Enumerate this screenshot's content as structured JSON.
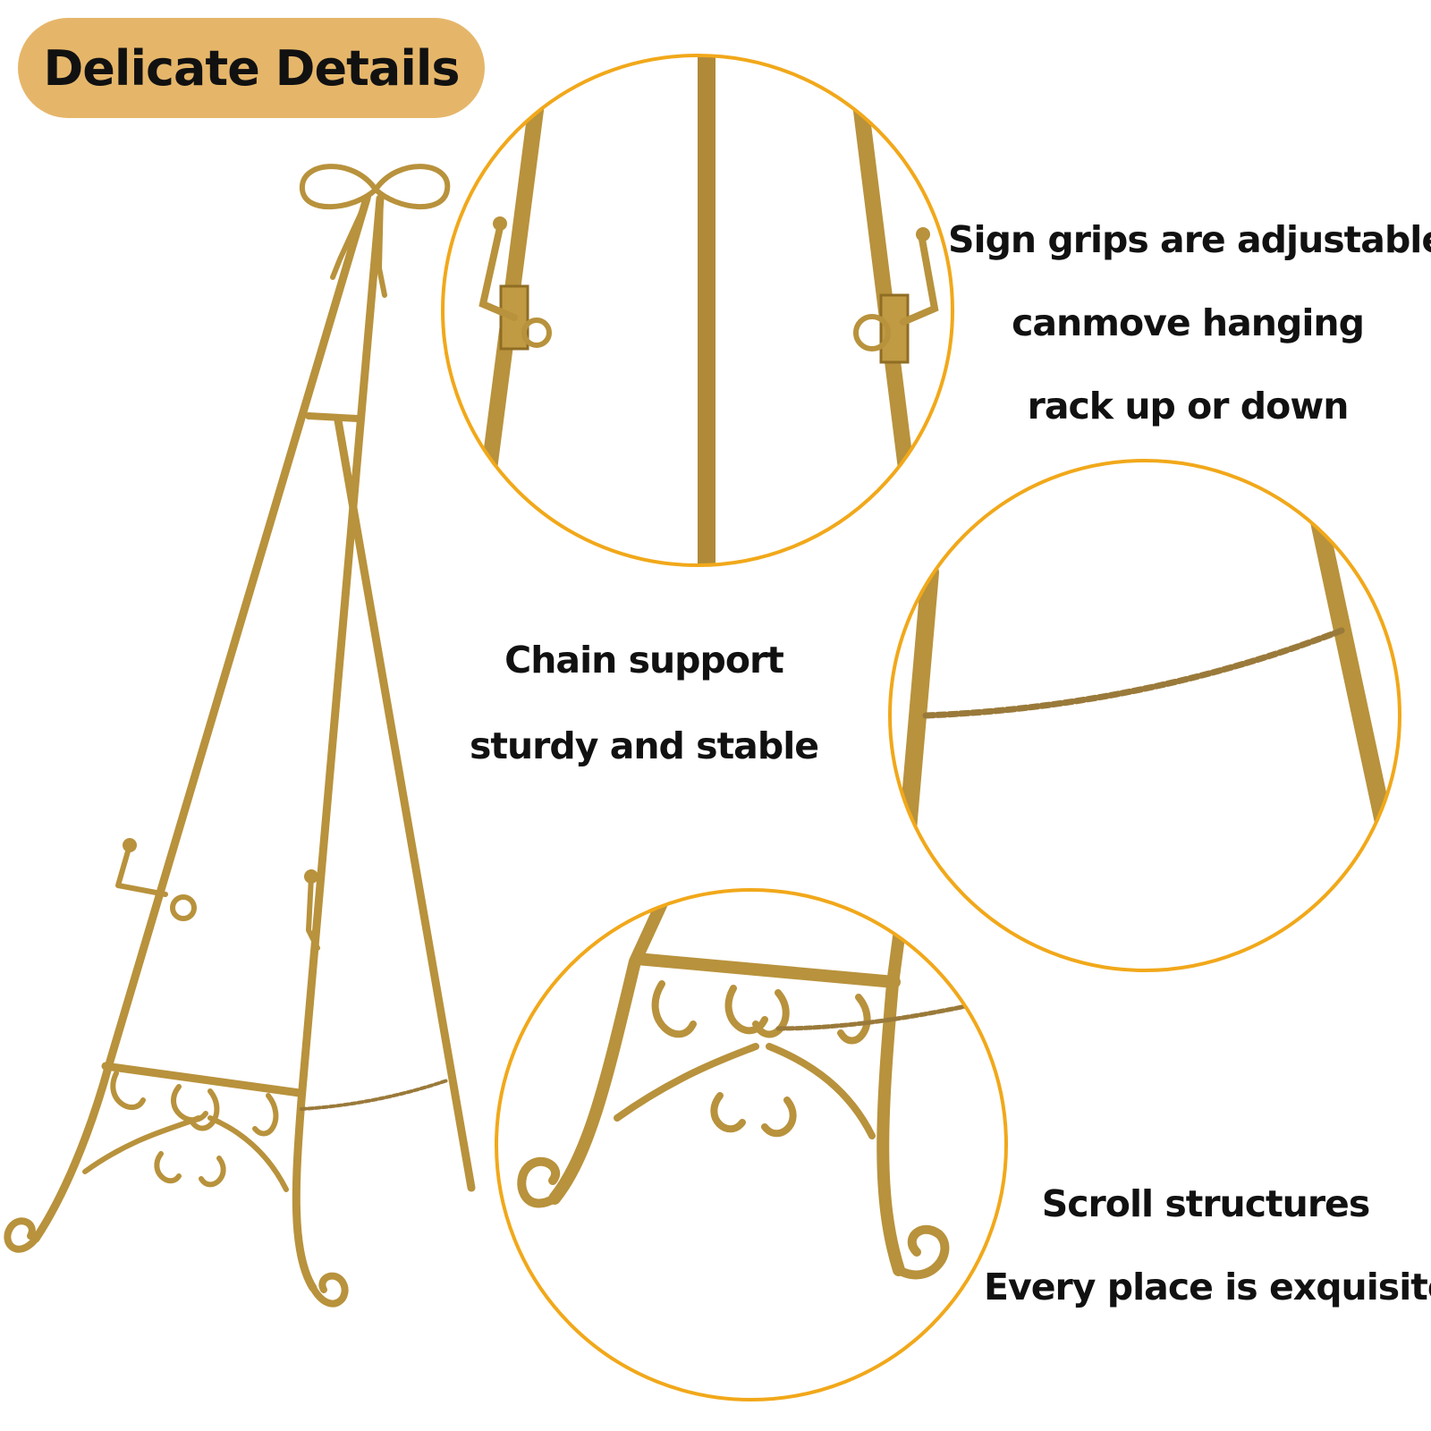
{
  "badge": {
    "label": "Delicate Details",
    "color": "#e5b66a"
  },
  "callouts": {
    "grips": {
      "lines": [
        "Sign grips are adjustable",
        "canmove hanging",
        "rack up or down"
      ]
    },
    "chain": {
      "lines": [
        "Chain support",
        "sturdy and stable"
      ]
    },
    "scroll": {
      "lines": [
        "Scroll structures",
        "Every place is exquisite"
      ]
    }
  },
  "colors": {
    "gold": "#b8923c",
    "gold_dark": "#8f6d24",
    "gold_light": "#d4b060",
    "circle_border": "#f1a81a",
    "text": "#111111"
  }
}
